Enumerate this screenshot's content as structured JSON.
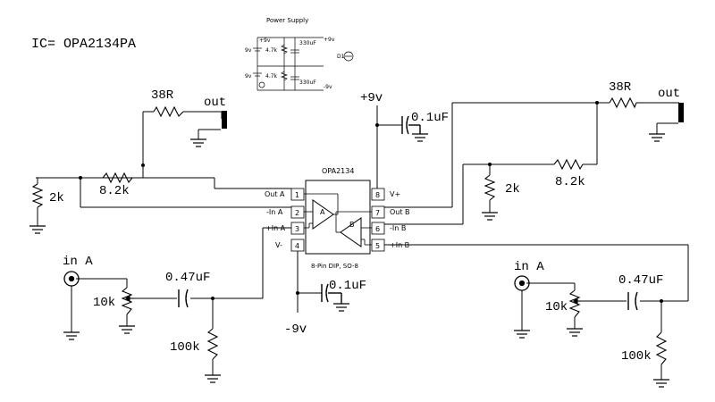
{
  "title": "IC= OPA2134PA",
  "power_supply": {
    "title": "Power Supply",
    "labels": {
      "plus_9v": "+9v",
      "minus_9v": "-9v",
      "battery_top": "9v",
      "battery_bottom": "9v",
      "resistor_top": "4.7k",
      "resistor_bottom": "4.7k",
      "cap_top": "330uF",
      "cap_bottom": "330uF",
      "led": "D1"
    }
  },
  "chip": {
    "name": "OPA2134",
    "package": "8-Pin DIP, SO-8",
    "amp_a": "A",
    "amp_b": "B",
    "pins_left": [
      {
        "num": "1",
        "label": "Out A"
      },
      {
        "num": "2",
        "label": "-In A"
      },
      {
        "num": "3",
        "label": "+In A"
      },
      {
        "num": "4",
        "label": "V-"
      }
    ],
    "pins_right": [
      {
        "num": "8",
        "label": "V+"
      },
      {
        "num": "7",
        "label": "Out B"
      },
      {
        "num": "6",
        "label": "-In B"
      },
      {
        "num": "5",
        "label": "+In B"
      }
    ]
  },
  "supply_rails": {
    "positive": "+9v",
    "negative": "-9v"
  },
  "decoupling_cap": "0.1uF",
  "channel_a": {
    "input_label": "in A",
    "input_sub": "A",
    "pot": "10k",
    "coupling_cap": "0.47uF",
    "bias_resistor": "100k",
    "feedback_resistor": "8.2k",
    "ground_resistor": "2k",
    "output_resistor": "38R",
    "output_label": "out"
  },
  "channel_b": {
    "input_label": "in A",
    "input_sub": "A",
    "pot": "10k",
    "coupling_cap": "0.47uF",
    "bias_resistor": "100k",
    "feedback_resistor": "8.2k",
    "ground_resistor": "2k",
    "output_resistor": "38R",
    "output_label": "out"
  }
}
